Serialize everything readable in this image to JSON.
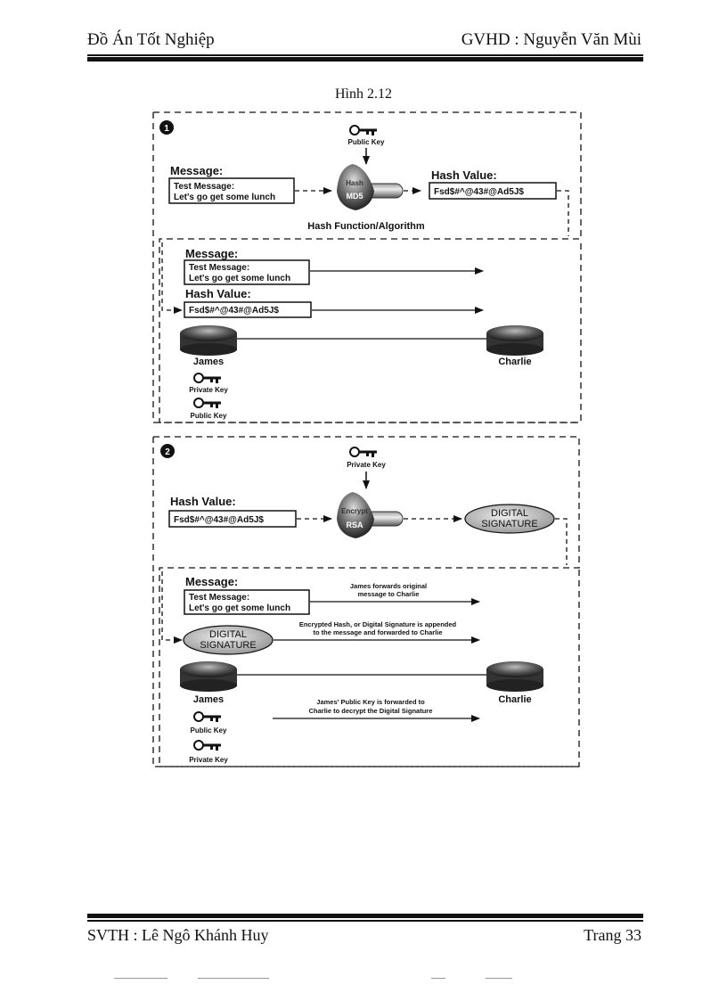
{
  "header": {
    "left": "Đồ Án Tốt Nghiệp",
    "right": "GVHD : Nguyễn Văn Mùi"
  },
  "caption": "Hình 2.12",
  "footer": {
    "left": "SVTH : Lê Ngô Khánh Huy",
    "right": "Trang 33"
  },
  "panel1": {
    "step_number": "1",
    "public_key_label": "Public Key",
    "message_label": "Message:",
    "message_line1": "Test Message:",
    "message_line2": "Let's go get some lunch",
    "device_label": "MD5",
    "device_top_label": "Hash",
    "hash_value_label": "Hash Value:",
    "hash_value": "Fsd$#^@43#@Ad5J$",
    "hash_function_label": "Hash Function/Algorithm",
    "message_label2": "Message:",
    "message2_line1": "Test Message:",
    "message2_line2": "Let's go get some lunch",
    "hash_value_label2": "Hash Value:",
    "hash_value2": "Fsd$#^@43#@Ad5J$",
    "sender": "James",
    "receiver": "Charlie",
    "private_key_label": "Private Key",
    "public_key_label2": "Public Key"
  },
  "panel2": {
    "step_number": "2",
    "private_key_label": "Private Key",
    "hash_value_label": "Hash Value:",
    "hash_value": "Fsd$#^@43#@Ad5J$",
    "device_label": "RSA",
    "device_top_label": "Encrypt",
    "signature_line1": "DIGITAL",
    "signature_line2": "SIGNATURE",
    "message_label": "Message:",
    "message_line1": "Test Message:",
    "message_line2": "Let's go get some lunch",
    "forward_note_line1": "James forwards original",
    "forward_note_line2": "message to Charlie",
    "append_note_line1": "Encrypted Hash, or Digital Signature is appended",
    "append_note_line2": "to the message and forwarded to Charlie",
    "sig2_line1": "DIGITAL",
    "sig2_line2": "SIGNATURE",
    "sender": "James",
    "receiver": "Charlie",
    "pubkey_note_line1": "James' Public Key is forwarded to",
    "pubkey_note_line2": "Charlie to decrypt the Digital Signature",
    "public_key_label": "Public Key",
    "private_key_label2": "Private Key"
  }
}
